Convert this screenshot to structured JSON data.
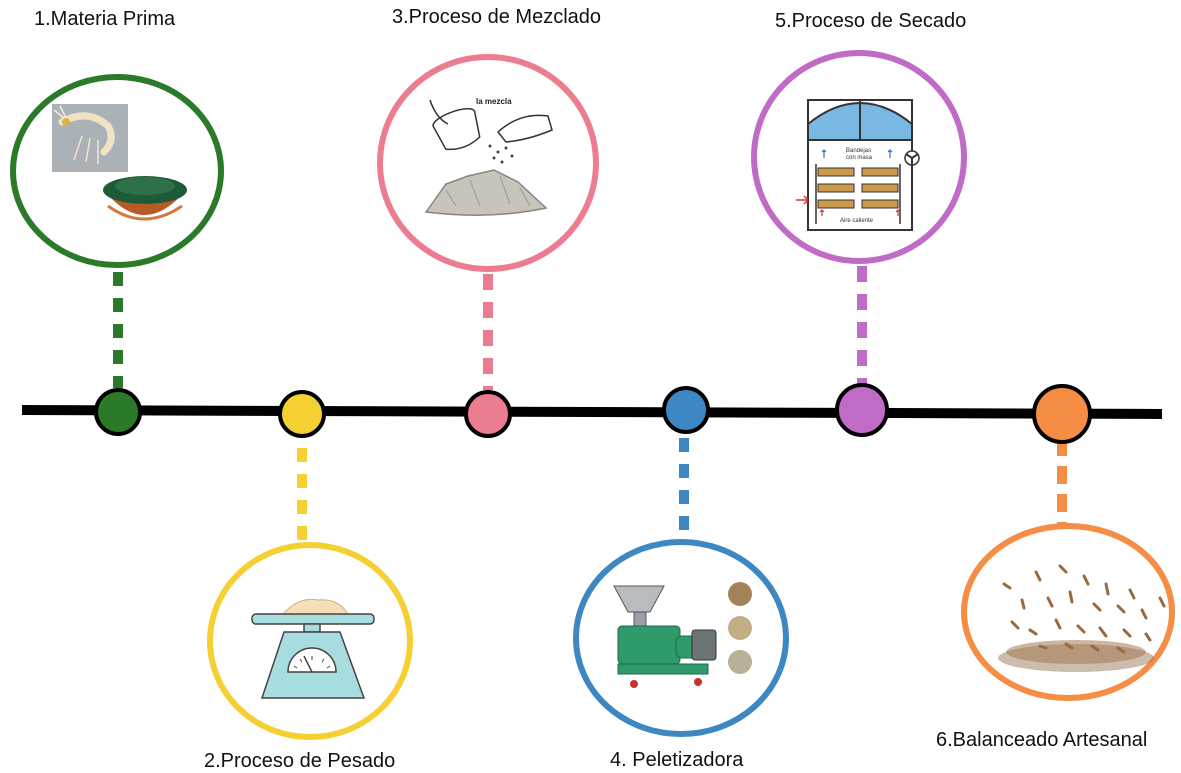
{
  "colors": {
    "step1": "#2a7a2a",
    "step2": "#f5d033",
    "step3": "#ec7c8f",
    "step4": "#3d87c2",
    "step5": "#c06cc7",
    "step6": "#f58d45",
    "timeline": "#000000"
  },
  "steps": [
    {
      "label": "1.Materia Prima",
      "illustration": "shrimp-and-spirulina-icon"
    },
    {
      "label": "2.Proceso de Pesado",
      "illustration": "weighing-scale-icon"
    },
    {
      "label": "3.Proceso de Mezclado",
      "illustration": "mixing-icon",
      "inner_text": "la mezcla"
    },
    {
      "label": "4. Peletizadora",
      "illustration": "pellet-machine-icon"
    },
    {
      "label": "5.Proceso de Secado",
      "illustration": "drying-cabinet-icon",
      "inner_text": [
        "Bandejas",
        "con masa",
        "Aire caliente"
      ]
    },
    {
      "label": "6.Balanceado Artesanal",
      "illustration": "pellets-icon"
    }
  ]
}
